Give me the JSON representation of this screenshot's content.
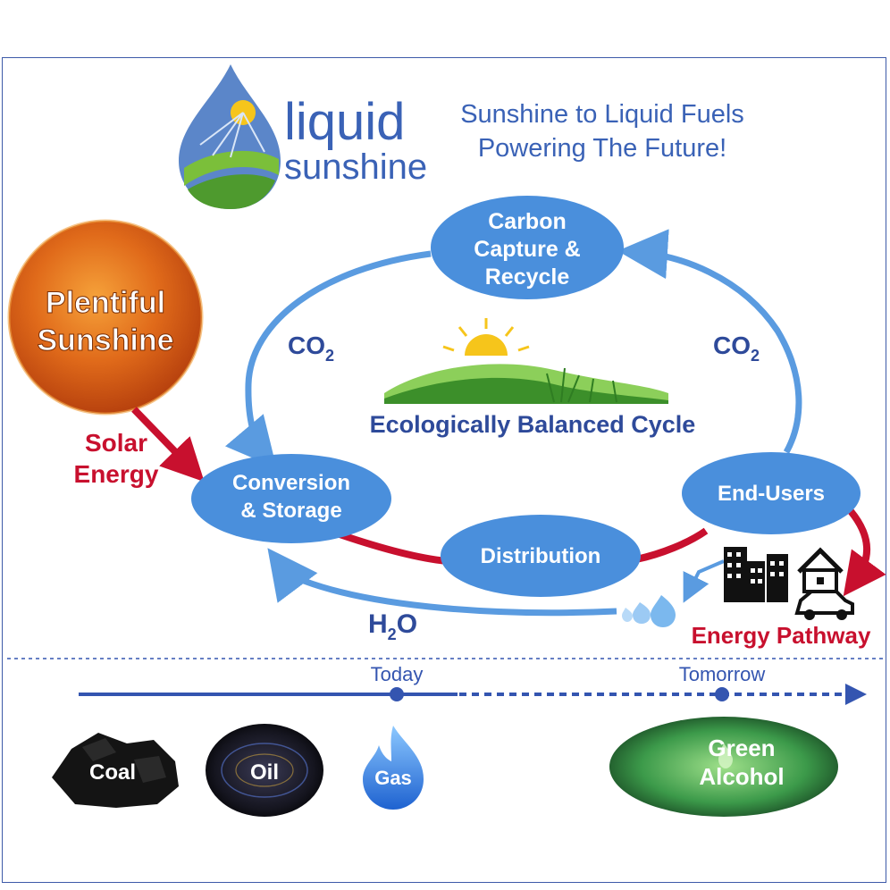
{
  "logo": {
    "word1": "liquid",
    "word2": "sunshine",
    "colors": {
      "blue": "#3a62b6",
      "green": "#7bbf3a",
      "yellow": "#f6c51b"
    }
  },
  "tagline": {
    "line1": "Sunshine to Liquid Fuels",
    "line2": "Powering The Future!"
  },
  "sun": {
    "line1": "Plentiful",
    "line2": "Sunshine",
    "arrow_label_line1": "Solar",
    "arrow_label_line2": "Energy"
  },
  "cycle": {
    "center_label": "Ecologically Balanced Cycle",
    "nodes": {
      "carbon_capture": [
        "Carbon",
        "Capture &",
        "Recycle"
      ],
      "conversion": [
        "Conversion",
        "& Storage"
      ],
      "distribution": "Distribution",
      "end_users": "End-Users"
    },
    "co2_left": "CO",
    "co2_right": "CO",
    "co2_subscript": "2",
    "h2o_h": "H",
    "h2o_sub": "2",
    "h2o_o": "O",
    "energy_pathway": "Energy Pathway"
  },
  "timeline": {
    "today": "Today",
    "tomorrow": "Tomorrow",
    "fuels": [
      "Coal",
      "Oil",
      "Gas"
    ],
    "future_fuel": [
      "Green",
      "Alcohol"
    ]
  },
  "colors": {
    "ellipse": "#4a8fdc",
    "arrow_blue": "#5a9be0",
    "arrow_red": "#c8102e",
    "text_navy": "#2e4a9a",
    "timeline": "#3455b0"
  }
}
